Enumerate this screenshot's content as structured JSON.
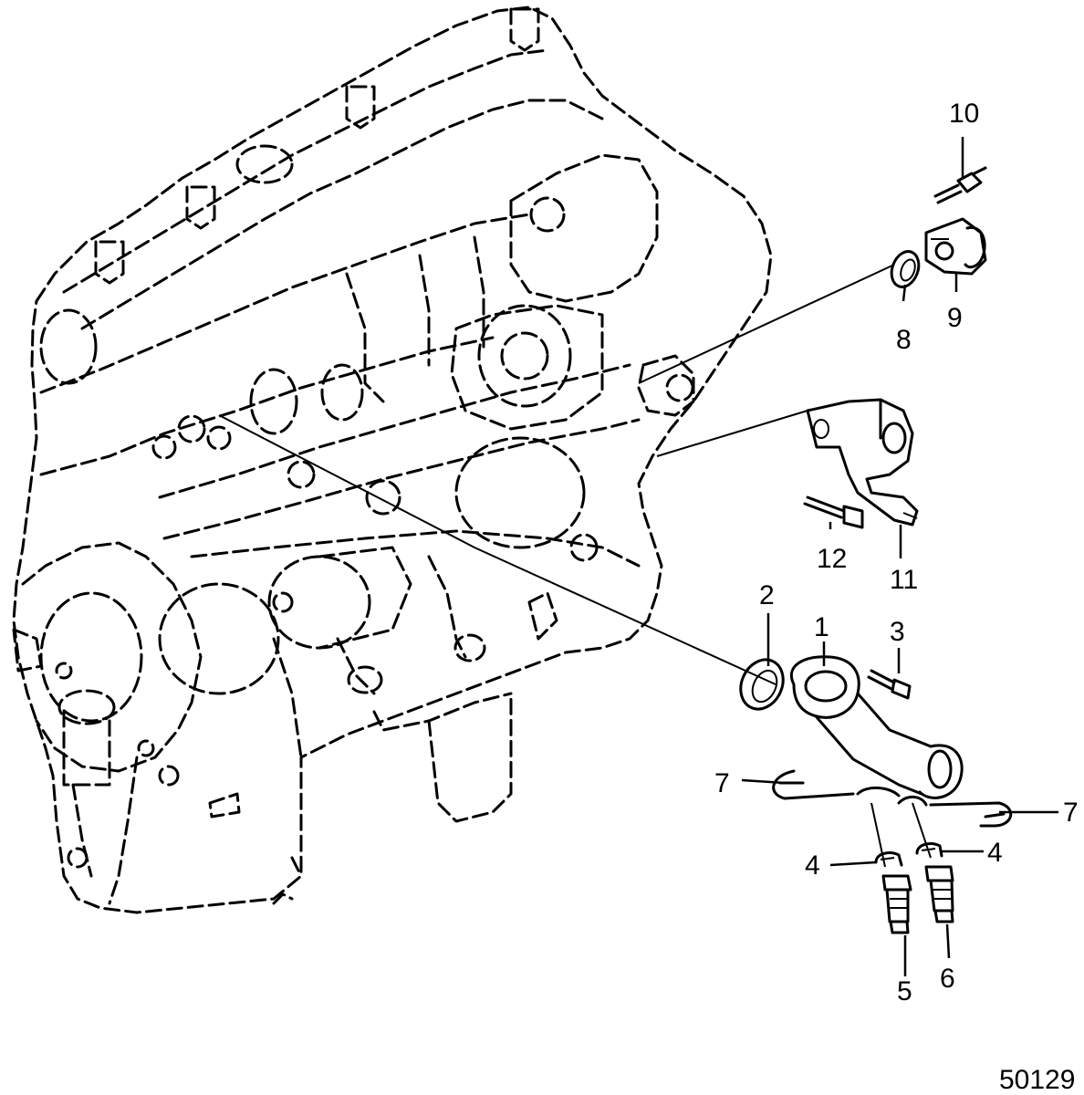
{
  "diagram": {
    "image_code": "50129",
    "callouts": [
      {
        "id": "c1",
        "label": "1"
      },
      {
        "id": "c2",
        "label": "2"
      },
      {
        "id": "c3",
        "label": "3"
      },
      {
        "id": "c4a",
        "label": "4"
      },
      {
        "id": "c4b",
        "label": "4"
      },
      {
        "id": "c5",
        "label": "5"
      },
      {
        "id": "c6",
        "label": "6"
      },
      {
        "id": "c7a",
        "label": "7"
      },
      {
        "id": "c7b",
        "label": "7"
      },
      {
        "id": "c8",
        "label": "8"
      },
      {
        "id": "c9",
        "label": "9"
      },
      {
        "id": "c10",
        "label": "10"
      },
      {
        "id": "c11",
        "label": "11"
      },
      {
        "id": "c12",
        "label": "12"
      }
    ]
  }
}
